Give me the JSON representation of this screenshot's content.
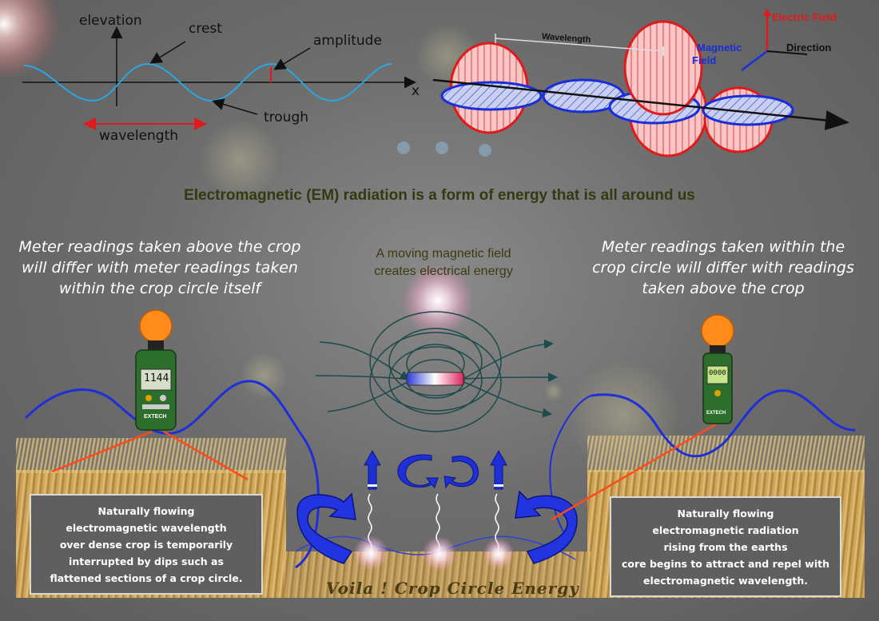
{
  "wave_diagram": {
    "elevation": "elevation",
    "crest": "crest",
    "amplitude": "amplitude",
    "trough": "trough",
    "wavelength": "wavelength",
    "x_axis": "x"
  },
  "em_wave_diagram": {
    "wavelength": "Wavelength",
    "electric_field": "Electric Field",
    "magnetic_field_line1": "Magnetic",
    "magnetic_field_line2": "Field",
    "direction": "Direction",
    "colors": {
      "electric": "#e01a1a",
      "magnetic": "#1a2ed8"
    }
  },
  "headline": "Electromagnetic (EM) radiation is a form of energy that is all around us",
  "left_note": [
    "Meter readings taken above the crop",
    "will differ with meter readings taken",
    "within the crop circle itself"
  ],
  "right_note": [
    "Meter readings taken within the",
    "crop circle will differ with readings",
    "taken above the crop"
  ],
  "centre_note": [
    "A moving magnetic field",
    "creates electrical energy"
  ],
  "left_meter": {
    "brand": "EXTECH",
    "reading": "1144"
  },
  "right_meter": {
    "brand": "EXTECH",
    "reading": "0000"
  },
  "left_box": [
    "Naturally flowing",
    "electromagnetic wavelength",
    "over dense crop is temporarily",
    "interrupted by dips such as",
    "flattened sections of a crop circle."
  ],
  "right_box": [
    "Naturally flowing",
    "electromagnetic radiation",
    "rising from the earths",
    "core begins to attract and repel with",
    "electromagnetic wavelength."
  ],
  "footer": "Voila ! Crop Circle Energy"
}
